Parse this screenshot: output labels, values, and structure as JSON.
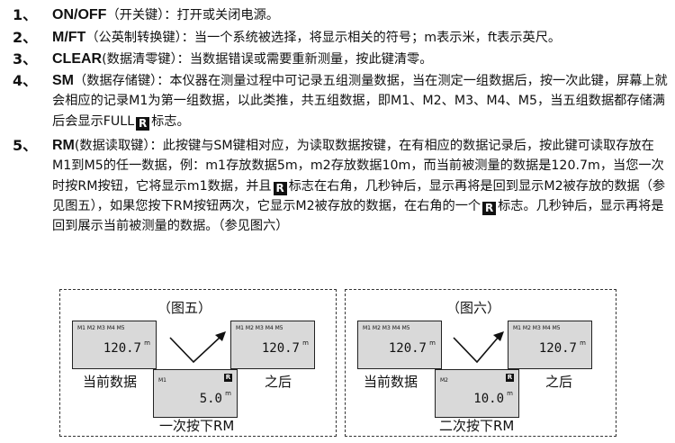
{
  "items": [
    {
      "num": "1、",
      "key": "ON/OFF",
      "text": "（开关键）：打开或关闭电源。"
    },
    {
      "num": "2、",
      "key": "M/FT",
      "text": "（公英制转换键）：当一个系统被选择，将显示相关的符号；m表示米，ft表示英尺。"
    },
    {
      "num": "3、",
      "key": "CLEAR",
      "text": "(数据清零键）：当数据错误或需要重新测量，按此键清零。"
    },
    {
      "num": "4、",
      "key": "SM",
      "text_a": "（数据存储键）：本仪器在测量过程中可记录五组测量数据，当在测定一组数据后，按一次此键，屏幕上就会相应的记录M1为第一组数据，以此类推，共五组数据，即M1、M2、M3、M4、M5，当五组数据都存储满后会显示FULL",
      "r": "R",
      "text_b": "标志。"
    },
    {
      "num": "5、",
      "key": "RM",
      "text_a": "(数据读取键）：此按键与SM键相对应，为读取数据按键，在有相应的数据记录后，按此键可读取存放在M1到M5的任一数据，例：m1存放数据5m，m2存放数据10m，而当前被测量的数据是120.7m，当您一次时按RM按钮，它将显示m1数据，并且",
      "r": "R",
      "text_b": "标志在右角，几秒钟后，显示再将是回到显示M2被存放的数据（参见图五），如果您按下RM按钮两次，它显示M2被存放的数据，在右角的一个",
      "text_c": "标志。几秒钟后，显示再将是回到展示当前被测量的数据。（参见图六）"
    }
  ],
  "fig5": {
    "title": "（图五）",
    "left_lcd": {
      "mem": "M1 M2 M3 M4 M5",
      "value": "120.7",
      "unit": "m"
    },
    "left_caption": "当前数据",
    "right_lcd": {
      "mem": "M1 M2 M3 M4 M5",
      "value": "120.7",
      "unit": "m"
    },
    "right_caption": "之后",
    "bottom_lcd": {
      "mem": "M1",
      "value": "5.0",
      "unit": "m",
      "r": "R"
    },
    "bottom_caption": "一次按下RM"
  },
  "fig6": {
    "title": "（图六）",
    "left_lcd": {
      "mem": "M1 M2 M3 M4 M5",
      "value": "120.7",
      "unit": "m"
    },
    "left_caption": "当前数据",
    "right_lcd": {
      "mem": "M1 M2 M3 M4 M5",
      "value": "120.7",
      "unit": "m"
    },
    "right_caption": "之后",
    "bottom_lcd": {
      "mem": "M2",
      "value": "10.0",
      "unit": "m",
      "r": "R"
    },
    "bottom_caption": "二次按下RM"
  }
}
